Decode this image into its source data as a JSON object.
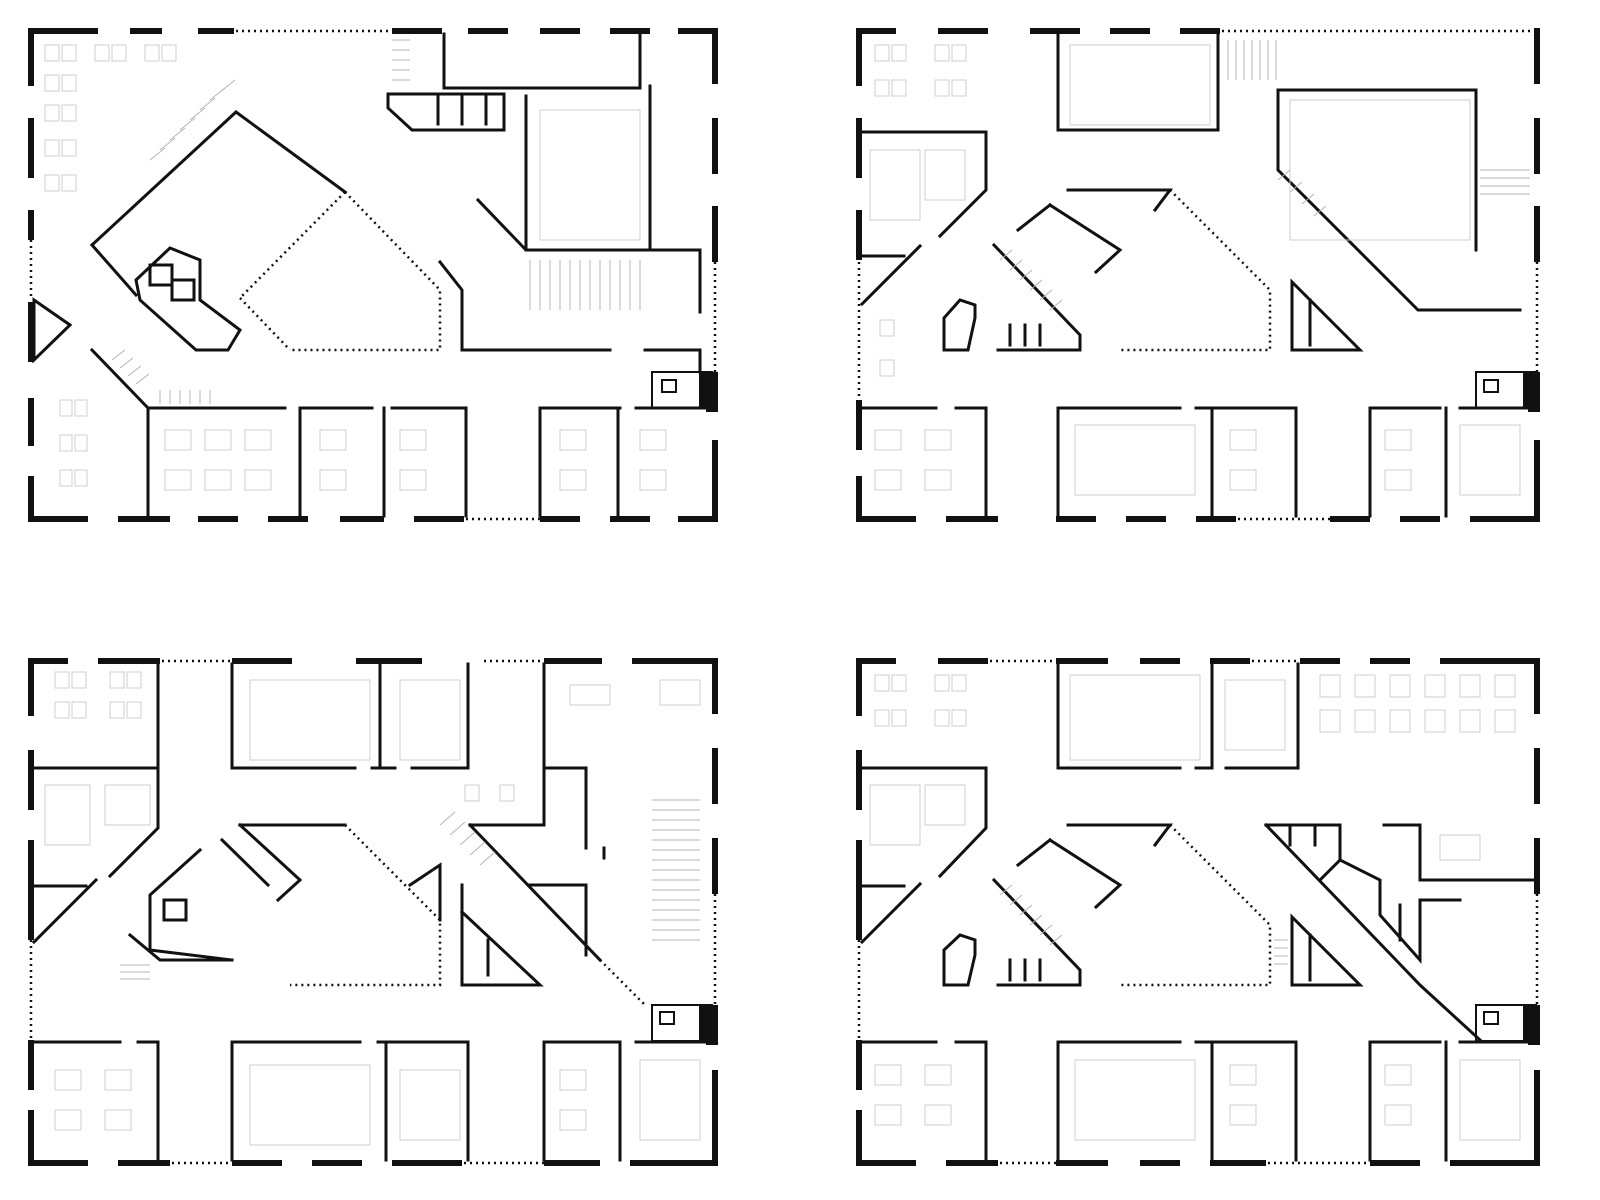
{
  "drawing": {
    "kind": "floor-plans",
    "panel_count": 4,
    "colors": {
      "line": "#111111",
      "furniture": "#cfcfcf",
      "background": "#ffffff"
    }
  },
  "plans": [
    {
      "id": "plan-top-left"
    },
    {
      "id": "plan-top-right"
    },
    {
      "id": "plan-bottom-left"
    },
    {
      "id": "plan-bottom-right"
    }
  ]
}
